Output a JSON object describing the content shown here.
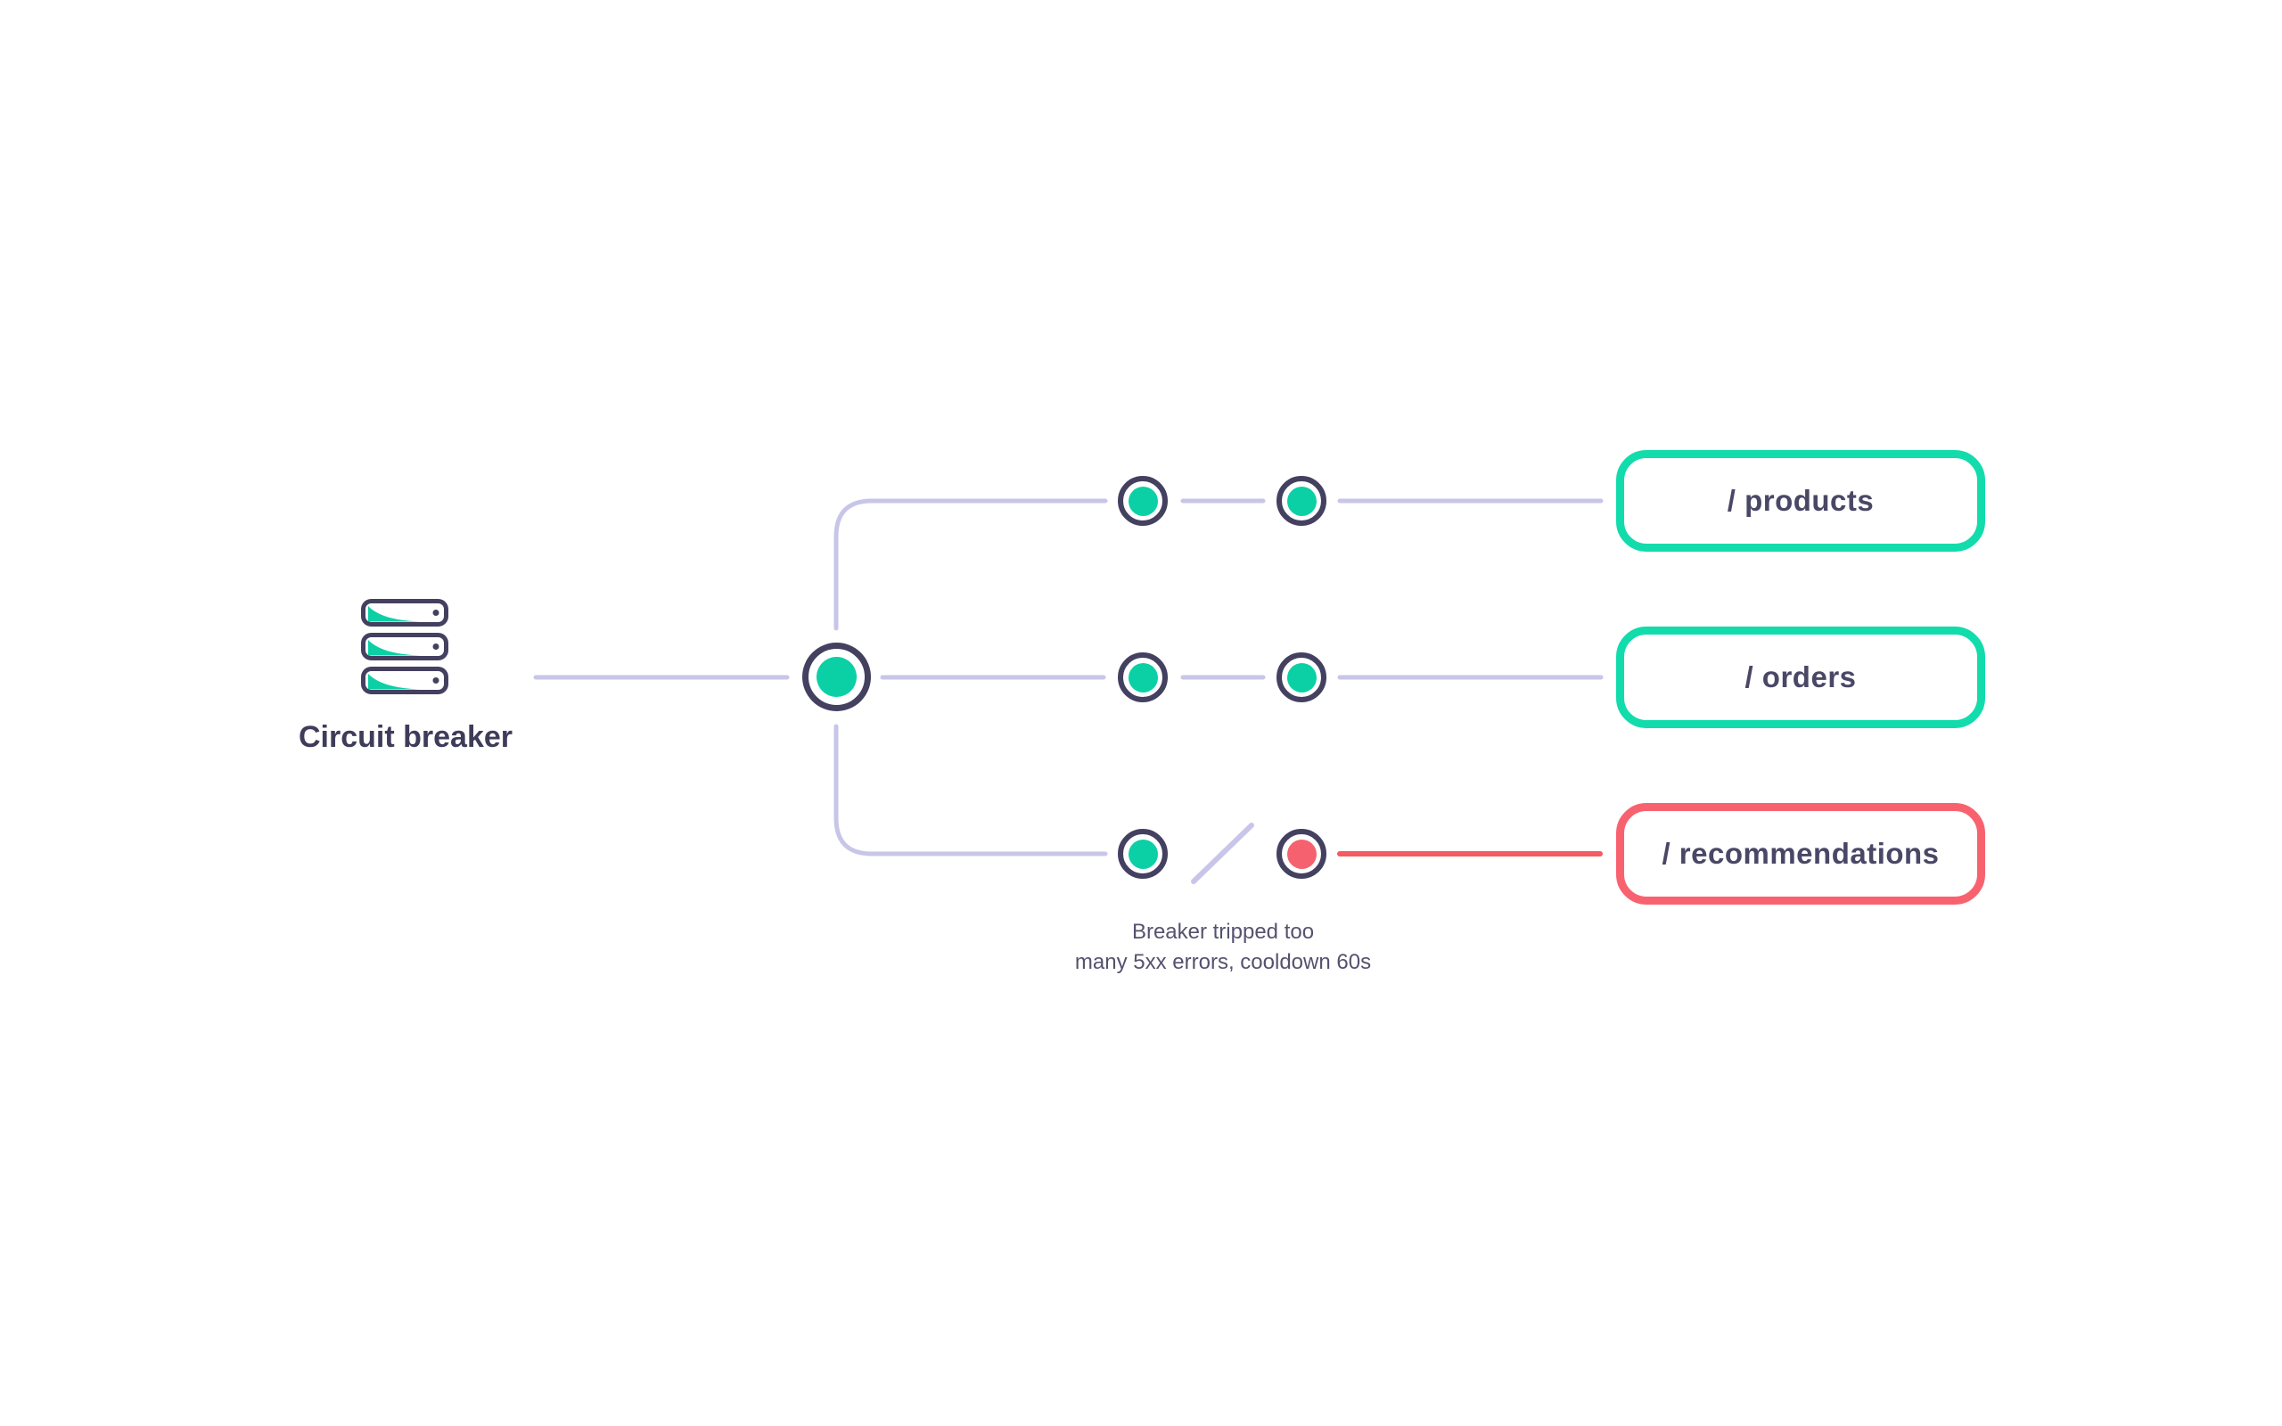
{
  "diagram": {
    "source": {
      "label": "Circuit breaker",
      "icon": "server-stack-icon"
    },
    "routes": [
      {
        "label": "/ products",
        "status": "healthy",
        "border_color": "#12dcab"
      },
      {
        "label": "/ orders",
        "status": "healthy",
        "border_color": "#12dcab"
      },
      {
        "label": "/ recommendations",
        "status": "tripped",
        "border_color": "#f8626f"
      }
    ],
    "annotation": {
      "line1": "Breaker tripped too",
      "line2": "many 5xx errors, cooldown 60s"
    },
    "colors": {
      "connector": "#c8c6e8",
      "ring": "#434060",
      "node_healthy": "#0bd0a5",
      "node_tripped": "#f5616e",
      "tripped_line": "#f45a64",
      "healthy_border": "#12dcab",
      "tripped_border": "#f8626f",
      "text": "#3f3c5a"
    }
  }
}
